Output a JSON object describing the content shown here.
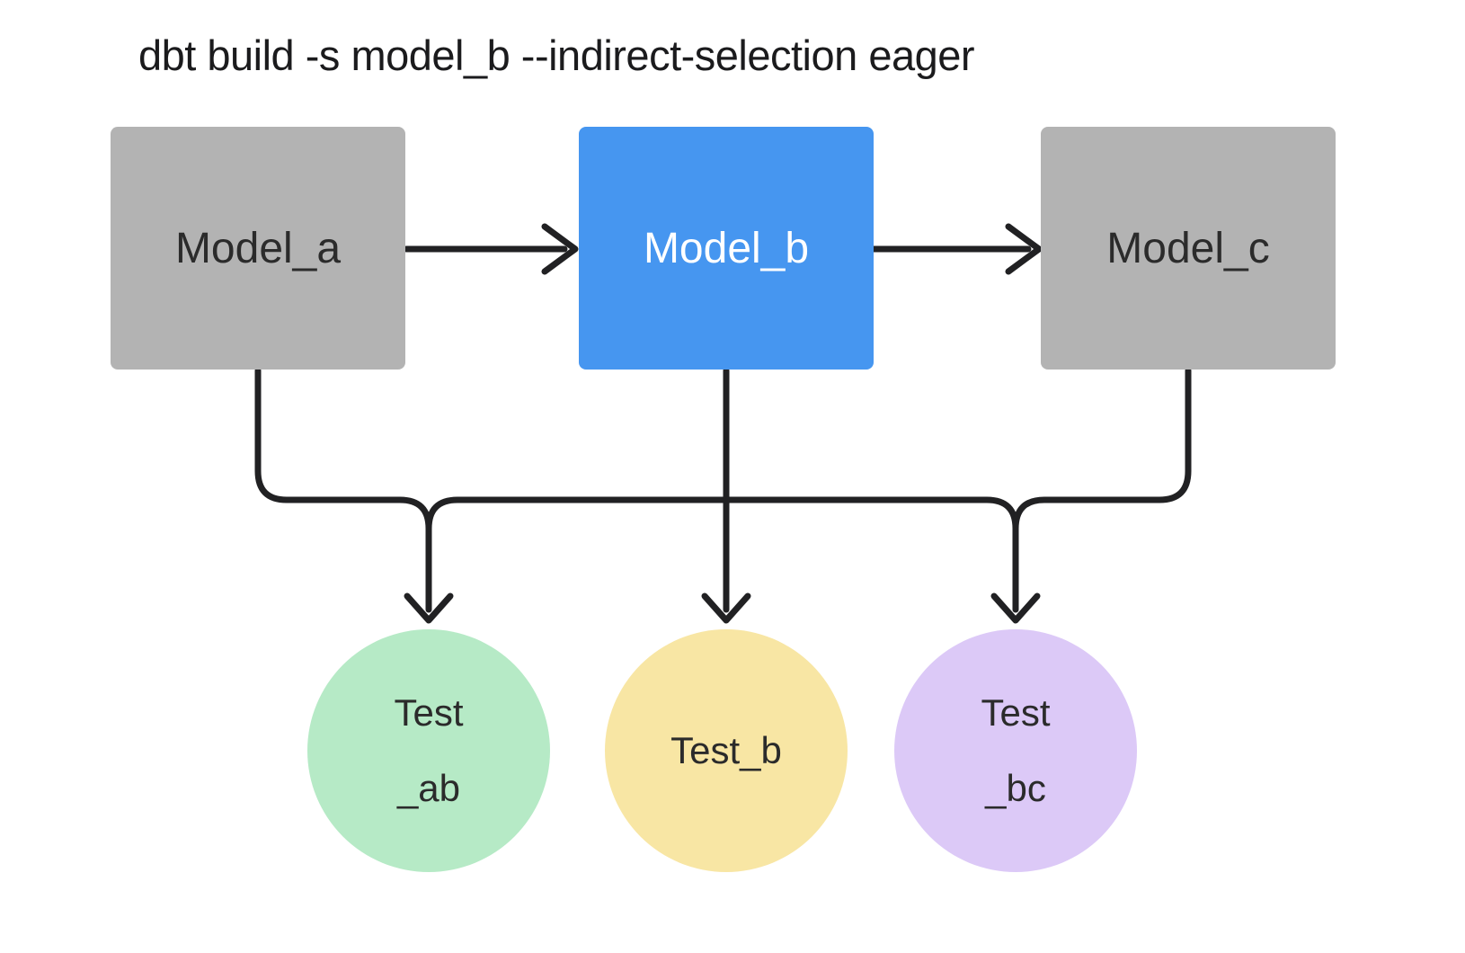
{
  "title": "dbt build -s model_b --indirect-selection eager",
  "colors": {
    "model_default": "#b3b3b3",
    "model_selected": "#4696f0",
    "test_ab": "#b6eac6",
    "test_b": "#f8e6a4",
    "test_bc": "#dcc9f7",
    "line": "#212123",
    "text_dark": "#2b2b2b",
    "text_light": "#ffffff",
    "title_text": "#1b1b1d",
    "background": "#ffffff"
  },
  "nodes": {
    "model_a": {
      "label": "Model_a",
      "type": "model",
      "selected": false
    },
    "model_b": {
      "label": "Model_b",
      "type": "model",
      "selected": true
    },
    "model_c": {
      "label": "Model_c",
      "type": "model",
      "selected": false
    },
    "test_ab": {
      "label_line1": "Test",
      "label_line2": "_ab",
      "type": "test"
    },
    "test_b": {
      "label": "Test_b",
      "type": "test"
    },
    "test_bc": {
      "label_line1": "Test",
      "label_line2": "_bc",
      "type": "test"
    }
  },
  "edges": [
    {
      "from": "model_a",
      "to": "model_b"
    },
    {
      "from": "model_b",
      "to": "model_c"
    },
    {
      "from": "model_a",
      "to": "test_ab"
    },
    {
      "from": "model_b",
      "to": "test_ab"
    },
    {
      "from": "model_b",
      "to": "test_b"
    },
    {
      "from": "model_b",
      "to": "test_bc"
    },
    {
      "from": "model_c",
      "to": "test_bc"
    }
  ]
}
